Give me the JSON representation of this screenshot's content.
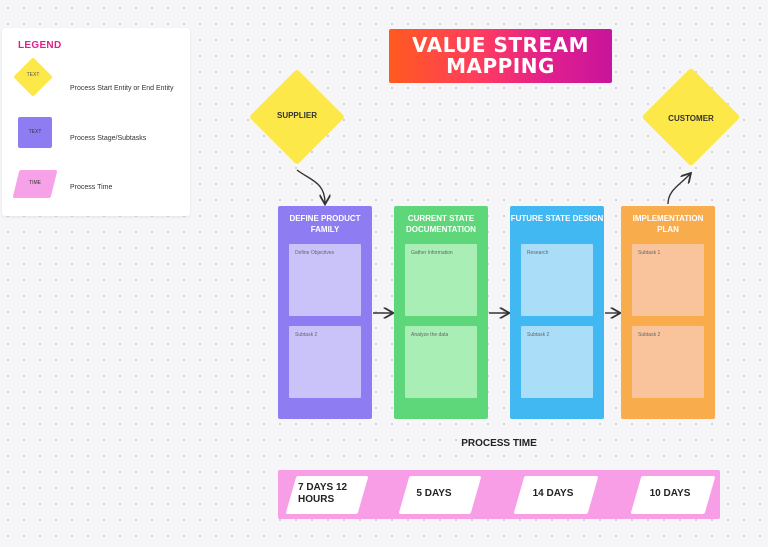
{
  "legend": {
    "title": "LEGEND",
    "items": [
      {
        "shape_text": "TEXT",
        "description": "Process Start Entity or End Entity"
      },
      {
        "shape_text": "TEXT",
        "description": "Process Stage/Subtasks"
      },
      {
        "shape_text": "TIME",
        "description": "Process Time"
      }
    ]
  },
  "title": "VALUE STREAM\nMAPPING",
  "supplier": "SUPPLIER",
  "customer": "CUSTOMER",
  "columns": [
    {
      "title": "DEFINE PRODUCT\nFAMILY",
      "color": "#8e7df2",
      "sticky_color": "#c9c3f9",
      "notes": [
        "Define Objectives",
        "Subtask 2"
      ]
    },
    {
      "title": "CURRENT STATE\nDOCUMENTATION",
      "color": "#5ed67a",
      "sticky_color": "#a9eeb4",
      "notes": [
        "Gather Information",
        "Analyze the data"
      ]
    },
    {
      "title": "FUTURE STATE\nDESIGN",
      "color": "#42b8f3",
      "sticky_color": "#a9ddf8",
      "notes": [
        "Research",
        "Subtask 2"
      ]
    },
    {
      "title": "IMPLEMENTATION\nPLAN",
      "color": "#f8ac4c",
      "sticky_color": "#f9c49b",
      "notes": [
        "Subtask 1",
        "Subtask 2"
      ]
    }
  ],
  "process_time": {
    "label": "PROCESS TIME",
    "values": [
      "7 DAYS 12\nHOURS",
      "5 DAYS",
      "14 DAYS",
      "10 DAYS"
    ]
  },
  "colors": {
    "legend_title": "#e0218a",
    "diamond": "#fde84a",
    "time_bar": "#f79ee6"
  }
}
